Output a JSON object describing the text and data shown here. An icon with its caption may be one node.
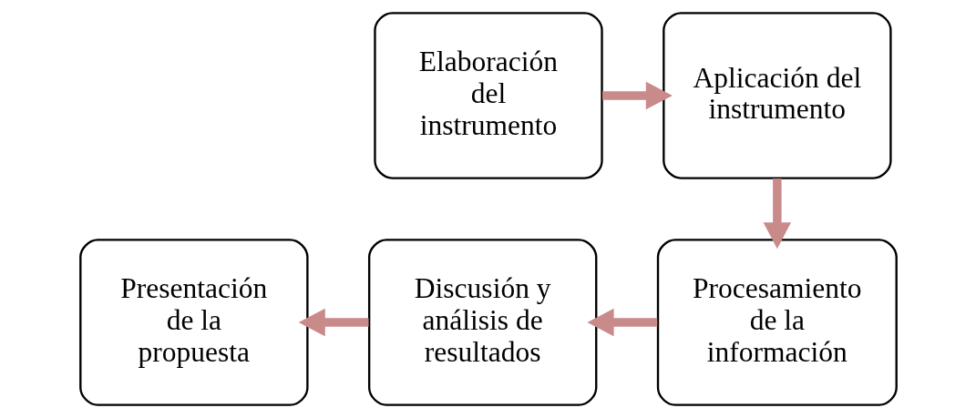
{
  "diagram": {
    "nodes": [
      {
        "text": [
          "Elaboración del instrumento"
        ]
      },
      {
        "text": [
          "Aplicación del instrumento"
        ]
      },
      {
        "text": [
          "Procesamiento de la información"
        ]
      },
      {
        "text": [
          "Discusión y análisis de resultados"
        ]
      },
      {
        "text": [
          "Presentación de la propuesta"
        ]
      }
    ],
    "edges": [
      {
        "from": 0,
        "to": 1,
        "arrow": "to"
      },
      {
        "from": 1,
        "to": 2,
        "arrow": "to"
      },
      {
        "from": 2,
        "to": 3,
        "arrow": "to"
      },
      {
        "from": 3,
        "to": 4,
        "arrow": "to"
      }
    ]
  }
}
